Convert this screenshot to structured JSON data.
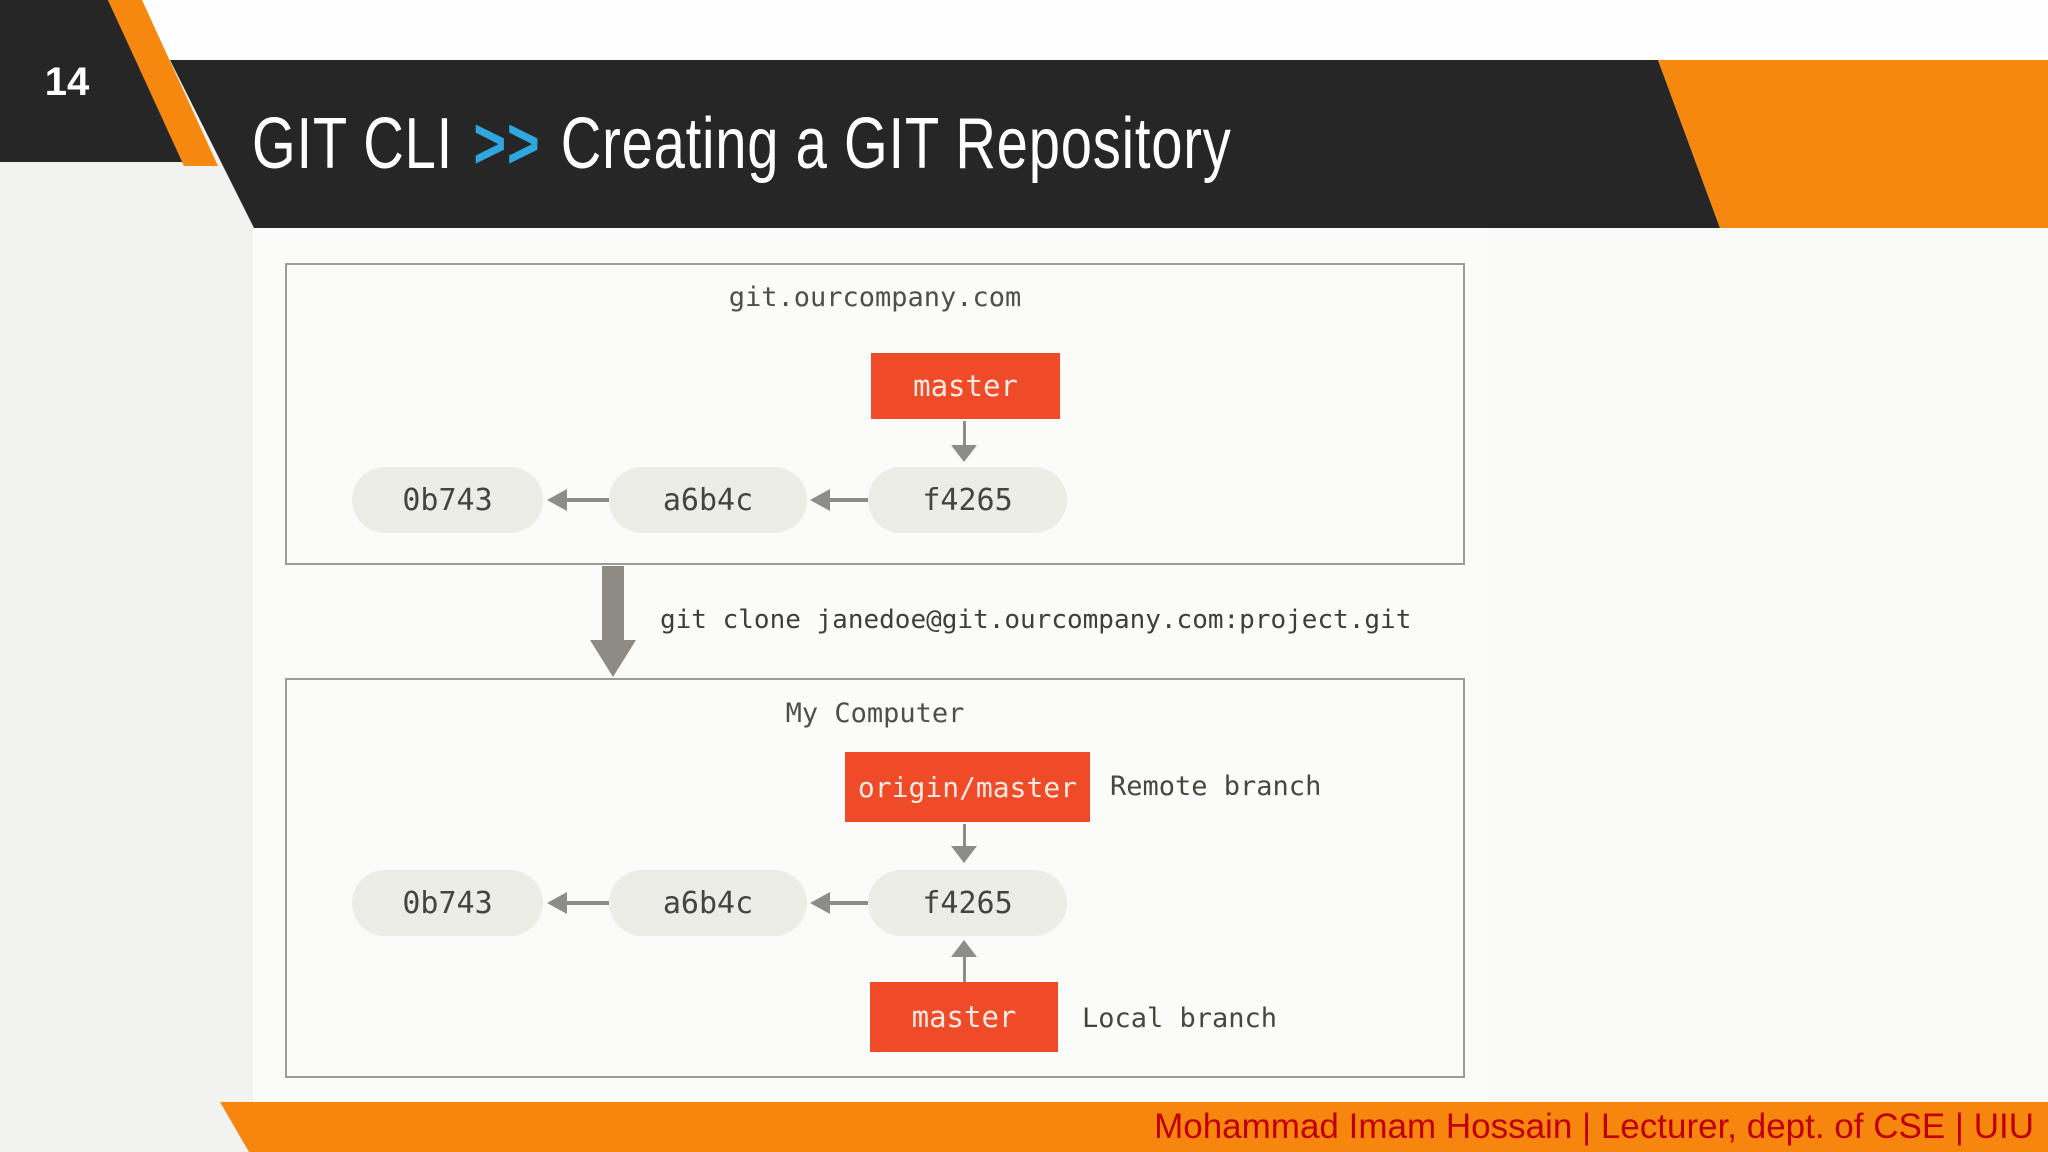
{
  "slide": {
    "page_number": "14",
    "title": {
      "prefix": "GIT CLI",
      "separator": ">>",
      "subtitle": "Creating a GIT Repository"
    },
    "footer": "Mohammad Imam Hossain | Lecturer, dept. of CSE | UIU"
  },
  "diagram": {
    "remote_repo": {
      "title": "git.ourcompany.com",
      "branch_label": "master",
      "commits": [
        "0b743",
        "a6b4c",
        "f4265"
      ]
    },
    "clone_command": "git clone janedoe@git.ourcompany.com:project.git",
    "local_repo": {
      "title": "My Computer",
      "remote_branch_label": "origin/master",
      "remote_branch_caption": "Remote branch",
      "local_branch_label": "master",
      "local_branch_caption": "Local branch",
      "commits": [
        "0b743",
        "a6b4c",
        "f4265"
      ]
    }
  },
  "colors": {
    "header_dark": "#262626",
    "accent_orange": "#F6870F",
    "separator_blue": "#2EA7DF",
    "branch_red": "#EF4B28",
    "branch_text": "#FFE9E3",
    "commit_pill": "#EDEDE8",
    "arrow_gray": "#8C8C88",
    "footer_text_red": "#C00000",
    "panel_bg": "#FBFBF9",
    "slide_bg": "#F2F2F0"
  }
}
